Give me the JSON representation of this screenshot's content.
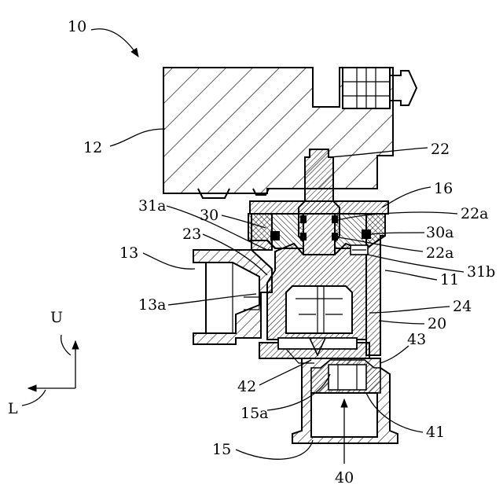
{
  "labels": {
    "l10": "10",
    "l12": "12",
    "l22": "22",
    "l16": "16",
    "l31a": "31a",
    "l30": "30",
    "l22a_top": "22a",
    "l23": "23",
    "l30a": "30a",
    "l13": "13",
    "l22a_bottom": "22a",
    "l31b": "31b",
    "l11": "11",
    "l13a": "13a",
    "l24": "24",
    "l20": "20",
    "l43": "43",
    "l42": "42",
    "l15a": "15a",
    "l41": "41",
    "l15": "15",
    "l40": "40"
  },
  "axes": {
    "up": "U",
    "left": "L"
  }
}
